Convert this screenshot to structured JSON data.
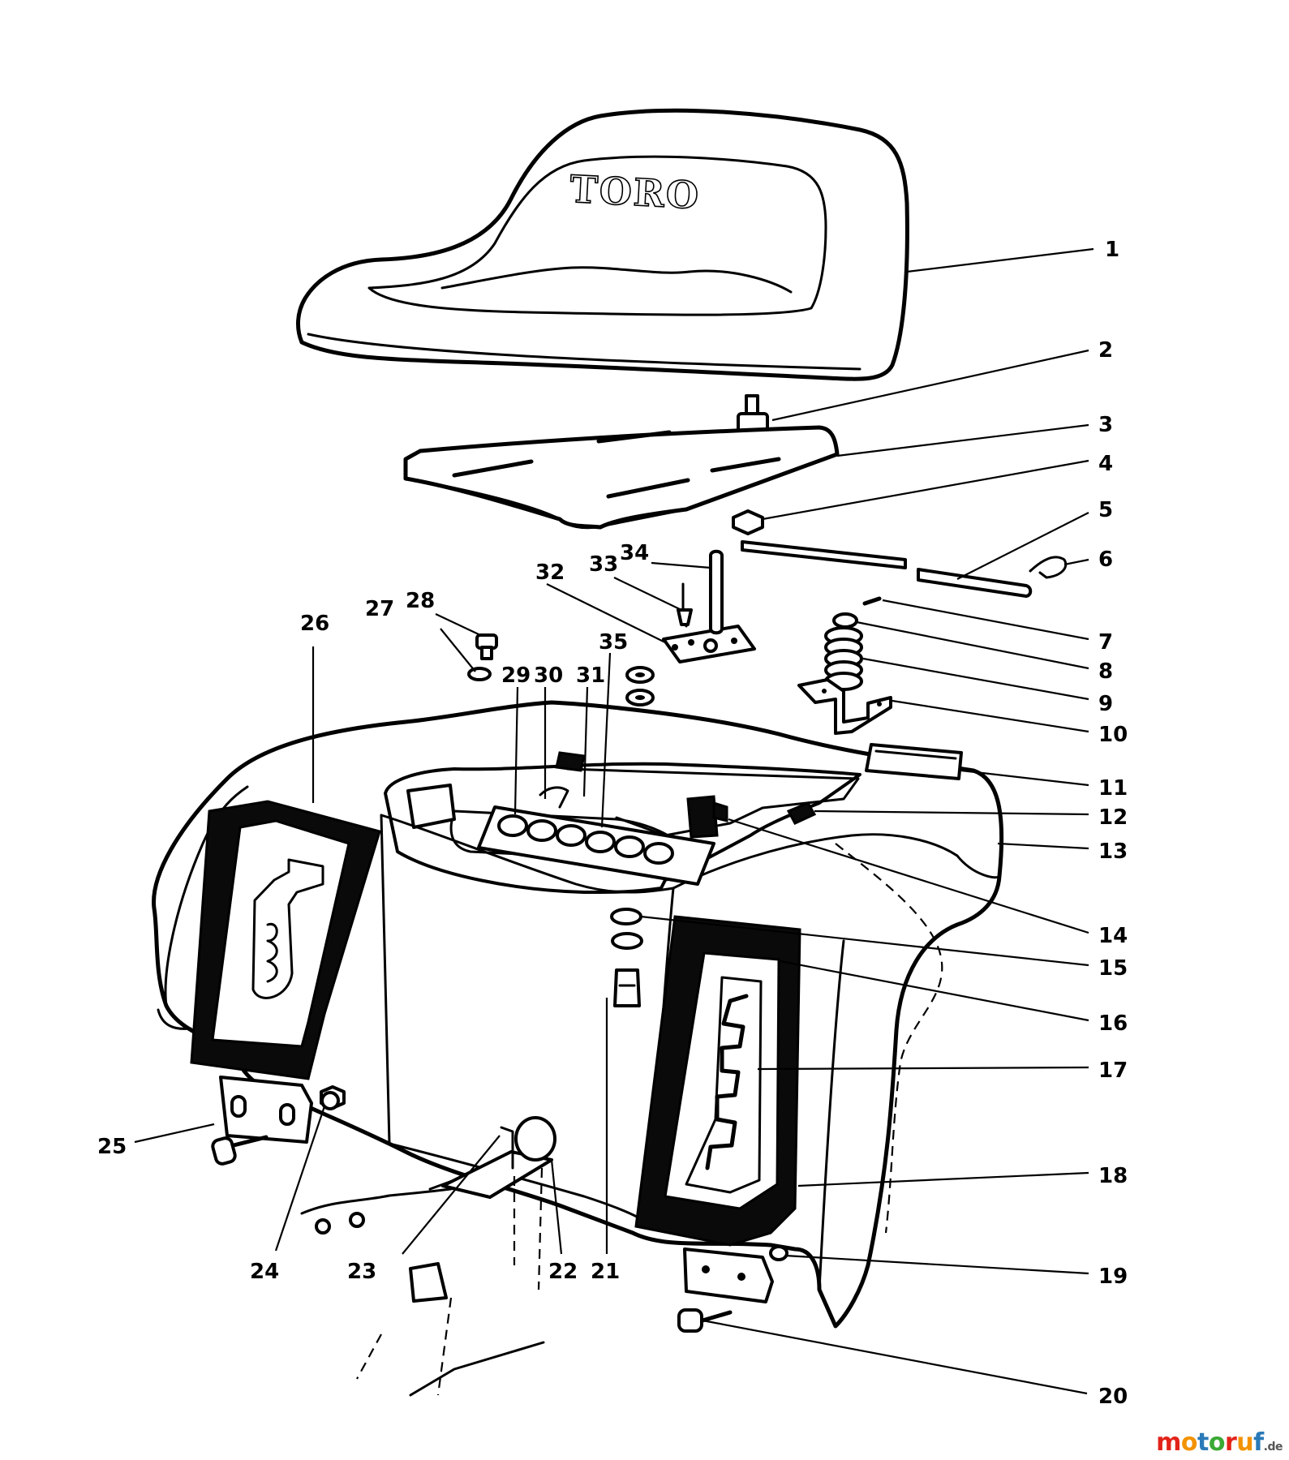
{
  "diagram": {
    "brand_mark": "TORO",
    "callouts": [
      "1",
      "2",
      "3",
      "4",
      "5",
      "6",
      "7",
      "8",
      "9",
      "10",
      "11",
      "12",
      "13",
      "14",
      "15",
      "16",
      "17",
      "18",
      "19",
      "20",
      "21",
      "22",
      "23",
      "24",
      "25",
      "26",
      "27",
      "28",
      "29",
      "30",
      "31",
      "32",
      "33",
      "34",
      "35"
    ]
  },
  "watermark": {
    "parts": [
      {
        "text": "m",
        "color": "#e2231a"
      },
      {
        "text": "o",
        "color": "#f39200"
      },
      {
        "text": "t",
        "color": "#2a7ab8"
      },
      {
        "text": "o",
        "color": "#3aa935"
      },
      {
        "text": "r",
        "color": "#e2231a"
      },
      {
        "text": "u",
        "color": "#f39200"
      },
      {
        "text": "f",
        "color": "#2a7ab8"
      }
    ],
    "suffix": ".de",
    "suffix_color": "#555555"
  }
}
